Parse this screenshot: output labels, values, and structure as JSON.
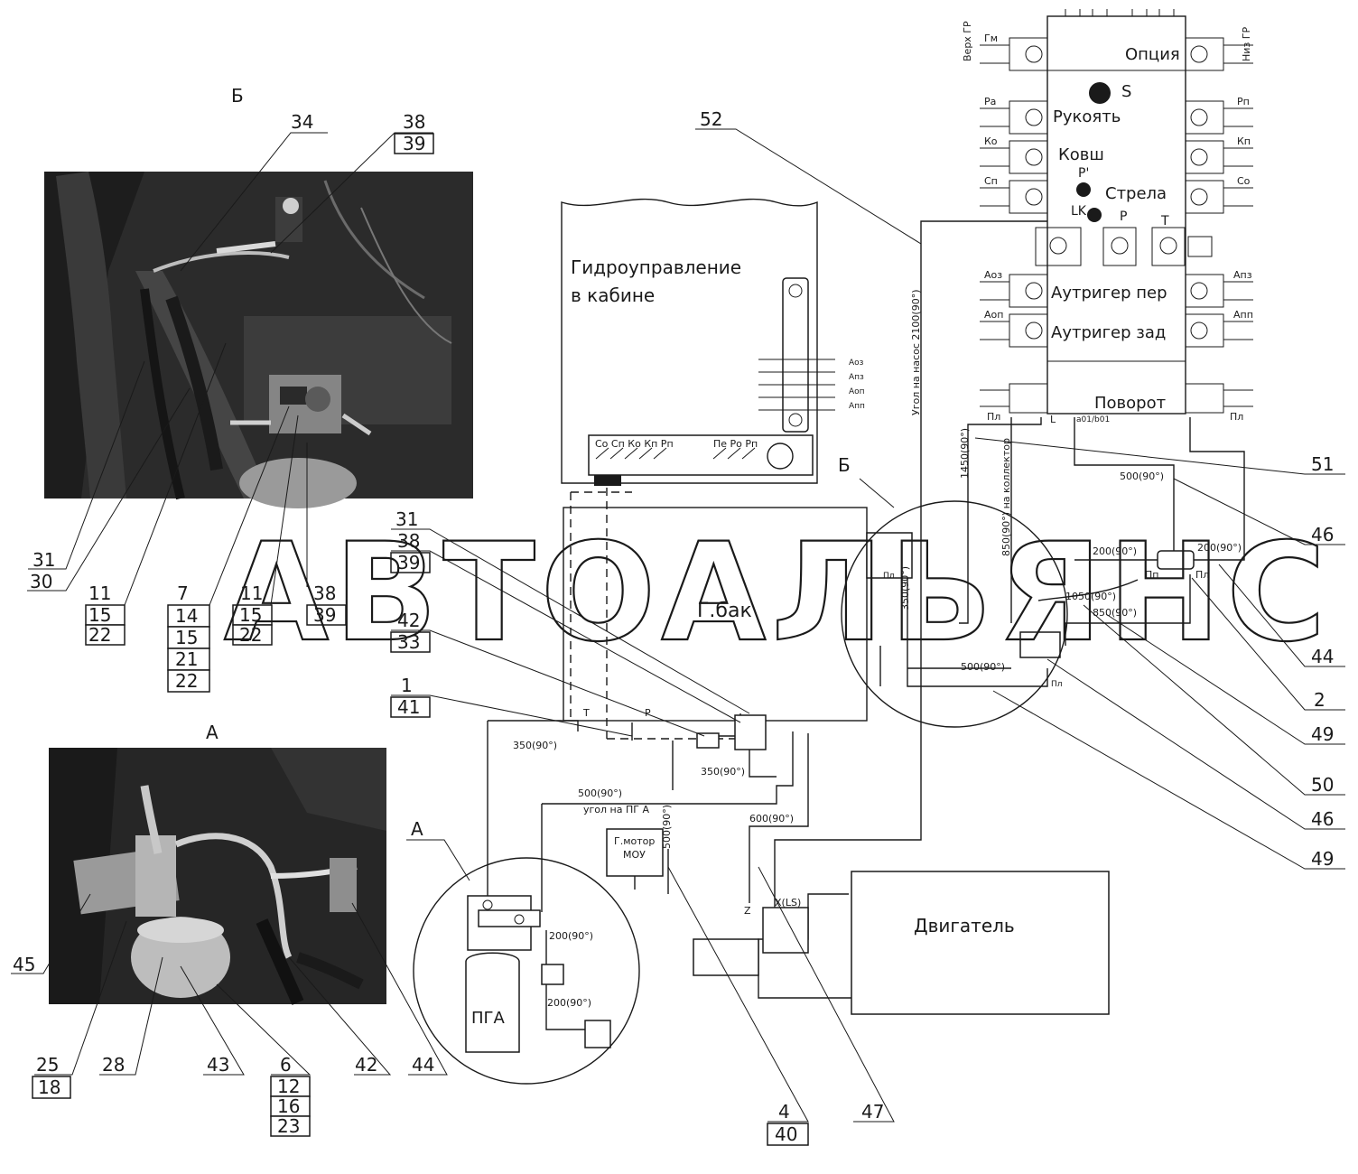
{
  "photos": {
    "b": {
      "label": "Б"
    },
    "a": {
      "label": "A"
    }
  },
  "callouts_b": {
    "c34": "34",
    "c38": "38",
    "c39": "39",
    "c31": "31",
    "c30": "30",
    "c11": "11",
    "c15": "15",
    "c22": "22",
    "c7": "7",
    "c14": "14",
    "c15b": "15",
    "c21": "21",
    "c22b": "22",
    "c11b": "11",
    "c15c": "15",
    "c22c": "22",
    "c38b": "38",
    "c39b": "39"
  },
  "callouts_a": {
    "c45": "45",
    "c25": "25",
    "c18": "18",
    "c28": "28",
    "c43": "43",
    "c6": "6",
    "c12": "12",
    "c16": "16",
    "c23": "23",
    "c42": "42",
    "c44": "44"
  },
  "callouts_center": {
    "c31": "31",
    "c38": "38",
    "c39": "39",
    "c42": "42",
    "c33": "33",
    "c1": "1",
    "c41": "41",
    "c4": "4",
    "c40": "40",
    "c47": "47",
    "c52": "52",
    "circleB": "Б",
    "circleA": "A"
  },
  "callouts_right": {
    "c51": "51",
    "c46": "46",
    "c44": "44",
    "c2": "2",
    "c49": "49",
    "c50": "50",
    "c46b": "46",
    "c49b": "49"
  },
  "cabin": {
    "title_line1": "Гидроуправление",
    "title_line2": "в кабине",
    "ports_left": "Со Сп Ко Кп Рп",
    "ports_right": "Пе Ро Рп",
    "side1": "Аоз",
    "side2": "Апз",
    "side3": "Аоп",
    "side4": "Апп"
  },
  "tank": {
    "label": "Г.бак",
    "t": "T",
    "p": "P"
  },
  "valve_block": {
    "option": "Опция",
    "arm": "Рукоять",
    "bucket": "Ковш",
    "boom": "Стрела",
    "outrigger_front": "Аутригер пер",
    "outrigger_rear": "Аутригер зад",
    "swing": "Поворот",
    "s": "S",
    "p_prime": "P'",
    "p": "P",
    "t": "T",
    "lk": "LK",
    "l": "L",
    "a01b01": "а01/b01",
    "top_left": "Верх ГР",
    "top_right": "Низ ГР",
    "gm": "Гм",
    "ra": "Ра",
    "rp": "Рп",
    "ko": "Ко",
    "kp": "Кп",
    "sp": "Сп",
    "so": "Со",
    "aoz": "Аоз",
    "apz": "Апз",
    "aop": "Аоп",
    "app": "Апп",
    "pl": "Пл",
    "pp": "Пп"
  },
  "hoses": {
    "h2100": "Угол на насос 2100(90°)",
    "h1450": "1450(90°)",
    "h500a": "500(90°)",
    "h850c": "850(90°) на коллектор",
    "h350": "350(90°)",
    "h200a": "200(90°)",
    "h200b": "200(90°)",
    "h1050": "1050(90°)",
    "h850b": "850(90°)",
    "h500b": "500(90°)",
    "h350t": "350(90°)",
    "h350v": "350(90°)",
    "h500c": "500(90°)",
    "h_angle": "угол на ПГ А",
    "h500v": "500(90°)",
    "h600": "600(90°)",
    "h200pga1": "200(90°)",
    "h200pga2": "200(90°)",
    "pp": "Пп",
    "pl": "Пл",
    "pl2": "Пл",
    "pl3": "Пл",
    "pl4": "Пл"
  },
  "components": {
    "motor_line1": "Г.мотор",
    "motor_line2": "МОУ",
    "pga": "ПГА",
    "engine": "Двигатель",
    "xls": "X(LS)",
    "z": "Z"
  },
  "watermark": "АВТОАЛЬЯНС"
}
